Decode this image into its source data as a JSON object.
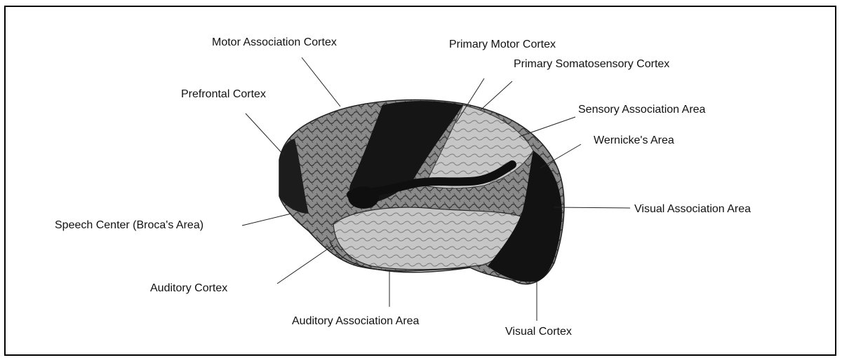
{
  "labels": {
    "motor_association_cortex": "Motor Association Cortex",
    "primary_motor_cortex": "Primary Motor Cortex",
    "primary_somatosensory_cortex": "Primary Somatosensory Cortex",
    "prefrontal_cortex": "Prefrontal Cortex",
    "sensory_association_area": "Sensory Association Area",
    "wernickes_area": "Wernicke's Area",
    "visual_association_area": "Visual Association Area",
    "speech_center": "Speech Center (Broca's Area)",
    "auditory_cortex": "Auditory Cortex",
    "auditory_association_area": "Auditory Association Area",
    "visual_cortex": "Visual Cortex"
  }
}
